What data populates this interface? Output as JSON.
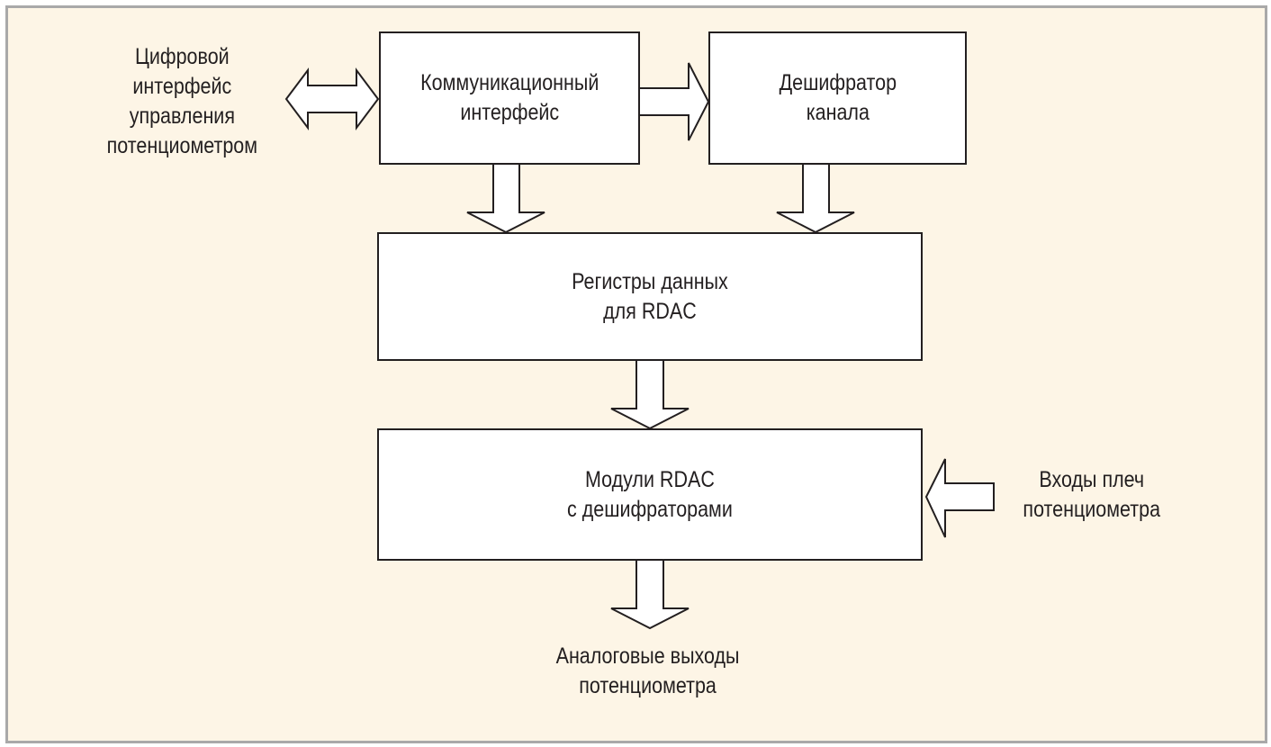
{
  "diagram": {
    "blocks": {
      "comm_interface": {
        "lines": [
          "Коммуникационный",
          "интерфейс"
        ]
      },
      "channel_decoder": {
        "lines": [
          "Дешифратор",
          "канала"
        ]
      },
      "data_registers": {
        "lines": [
          "Регистры данных",
          "для RDAC"
        ]
      },
      "rdac_modules": {
        "lines": [
          "Модули RDAC",
          "с дешифраторами"
        ]
      }
    },
    "labels": {
      "digital_interface": {
        "lines": [
          "Цифровой",
          "интерфейс",
          "управления",
          "потенциометром"
        ]
      },
      "arm_inputs": {
        "lines": [
          "Входы плеч",
          "потенциометра"
        ]
      },
      "analog_outputs": {
        "lines": [
          "Аналоговые выходы",
          "потенциометра"
        ]
      }
    },
    "colors": {
      "background": "#fdf5e6",
      "frame": "#a9a9a9",
      "stroke": "#231f20",
      "block_fill": "#ffffff"
    }
  }
}
